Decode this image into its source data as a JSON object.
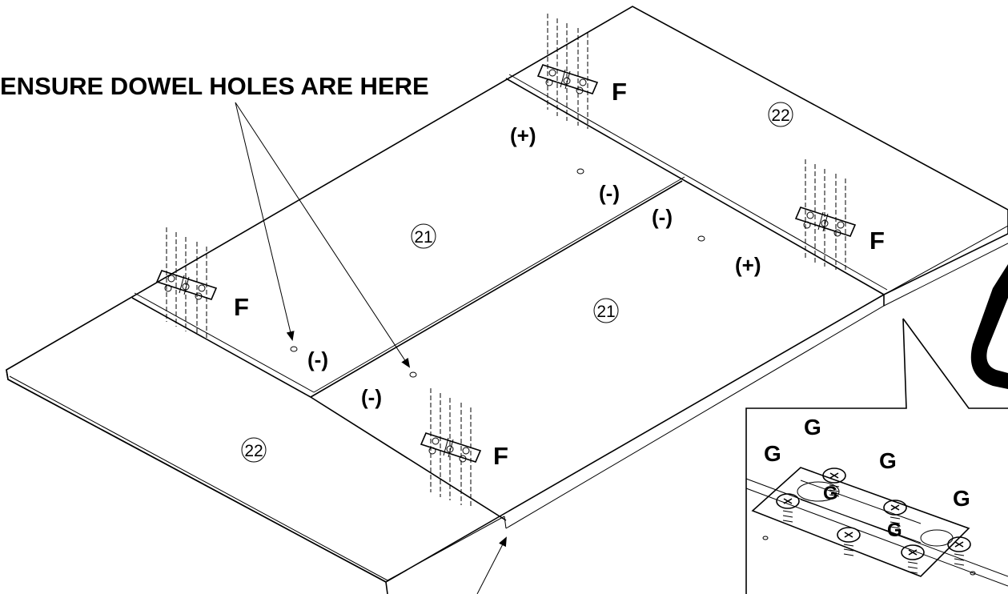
{
  "callout_text": "ENSURE DOWEL HOLES ARE HERE",
  "panels": {
    "center": "21",
    "end": "22"
  },
  "hardware": {
    "hinge": "F",
    "screw": "G"
  },
  "polarity": {
    "plus": "(+)",
    "minus": "(-)"
  },
  "colors": {
    "line": "#000000",
    "background": "#ffffff"
  }
}
